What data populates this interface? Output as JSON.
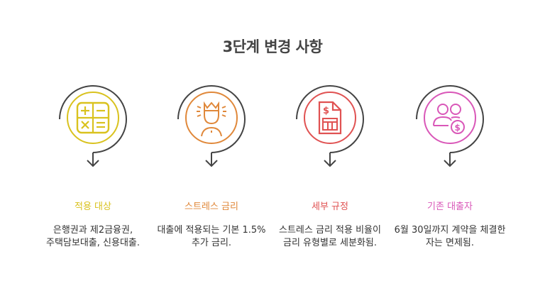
{
  "title": "3단계 변경 사항",
  "colors": {
    "loop": "#444444",
    "title": "#444444",
    "text": "#333333"
  },
  "steps": [
    {
      "label": "적용 대상",
      "description": "은행권과 제2금융권, 주택담보대출, 신용대출.",
      "color": "#d9c21e",
      "icon": "calculator-icon"
    },
    {
      "label": "스트레스 금리",
      "description": "대출에 적용되는 기본 1.5% 추가 금리.",
      "color": "#e0883a",
      "icon": "stressed-person-icon"
    },
    {
      "label": "세부 규정",
      "description": "스트레스 금리 적용 비율이 금리 유형별로 세분화됨.",
      "color": "#e05252",
      "icon": "invoice-document-icon"
    },
    {
      "label": "기존 대출자",
      "description": "6월 30일까지 계약을 체결한 자는 면제됨.",
      "color": "#d957b8",
      "icon": "users-money-icon"
    }
  ]
}
